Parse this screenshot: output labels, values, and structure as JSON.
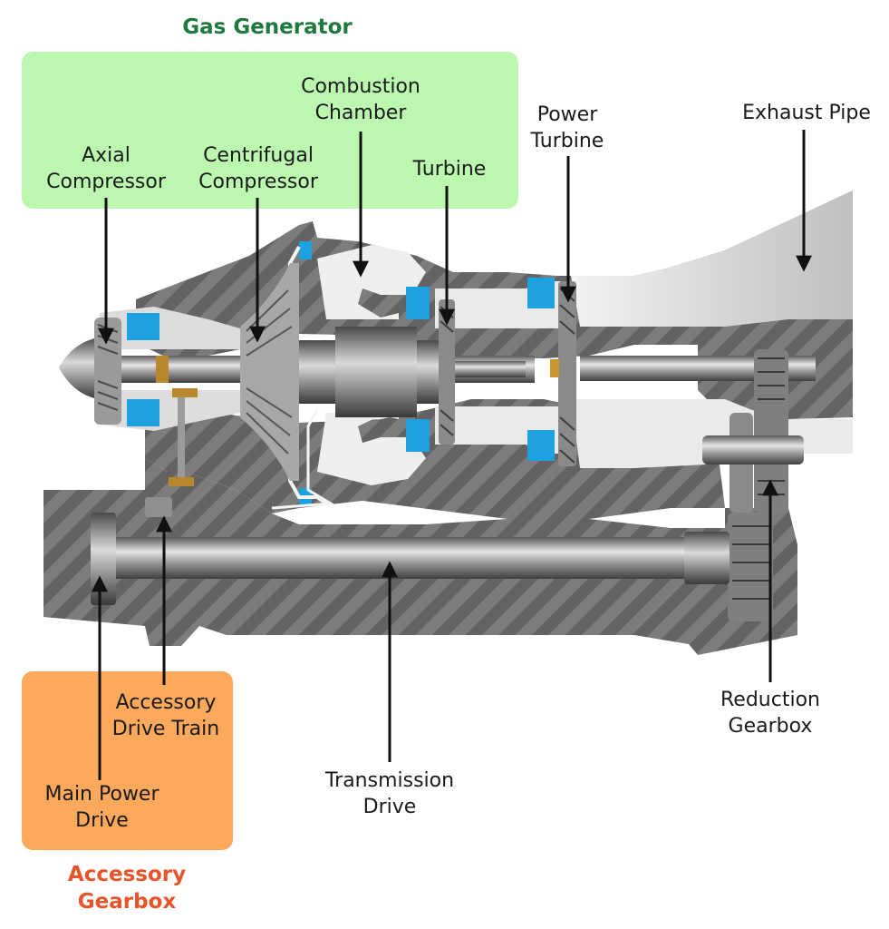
{
  "groups": {
    "gas_generator": {
      "title": "Gas Generator",
      "color": "#1e7a3c",
      "fill": "#bcf7b0"
    },
    "accessory_gearbox": {
      "title": "Accessory\nGearbox",
      "color": "#e8542a",
      "fill": "#fca95b"
    }
  },
  "labels": {
    "axial_compressor": "Axial\nCompressor",
    "centrifugal_compressor": "Centrifugal\nCompressor",
    "combustion_chamber": "Combustion\nChamber",
    "turbine": "Turbine",
    "power_turbine": "Power\nTurbine",
    "exhaust_pipe": "Exhaust Pipe",
    "accessory_drive_train": "Accessory\nDrive Train",
    "main_power_drive": "Main Power\nDrive",
    "transmission_drive": "Transmission\nDrive",
    "reduction_gearbox": "Reduction\nGearbox"
  },
  "colors": {
    "casing": "#7d7b7c",
    "casing_stripe": "#5f5d5e",
    "airflow": "#e2e2e2",
    "blade_highlight": "#1da1e0",
    "shaft": "#9a9a9a",
    "arrow": "#111111"
  }
}
